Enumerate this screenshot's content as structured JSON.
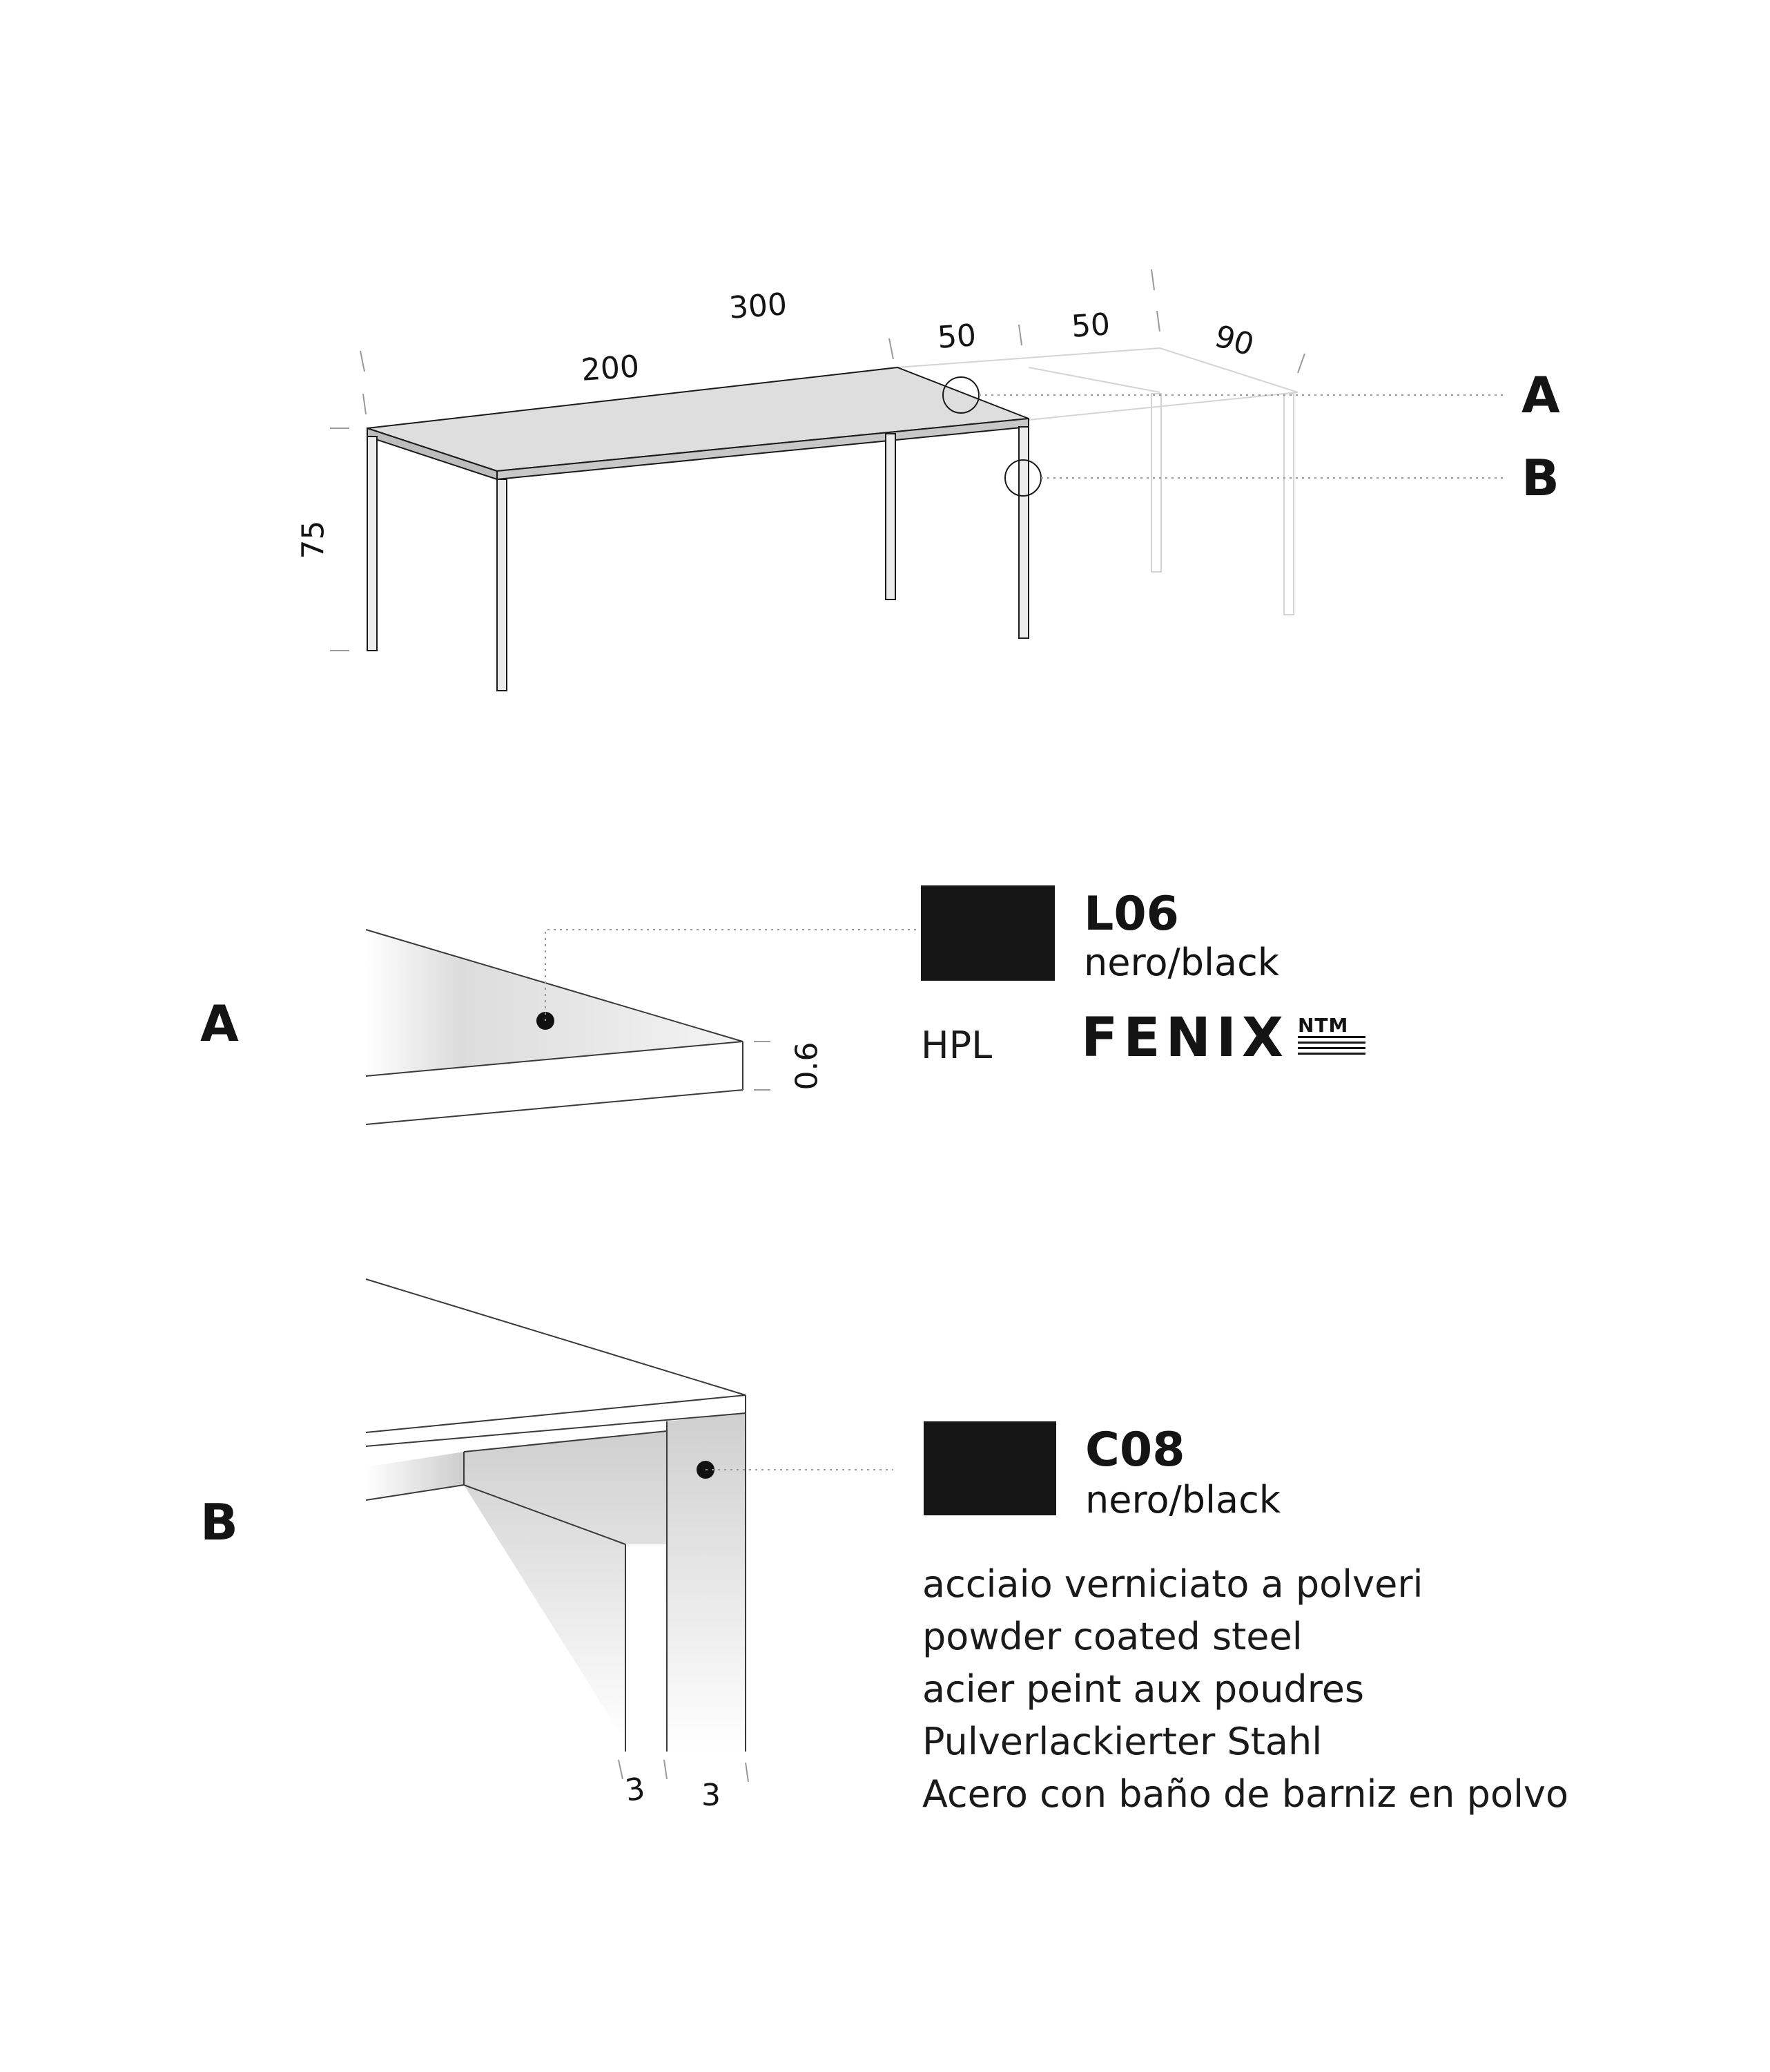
{
  "dimensions": {
    "height": "75",
    "length_closed": "200",
    "length_extended": "300",
    "extension_1": "50",
    "extension_2": "50",
    "depth": "90"
  },
  "callouts": {
    "top_a": "A",
    "top_b": "B",
    "detail_a": "A",
    "detail_b": "B"
  },
  "detail_a": {
    "thickness": "0.6",
    "color_code": "L06",
    "color_name": "nero/black",
    "material_type": "HPL",
    "brand_logo": "FENIX",
    "brand_logo_mark": "NTM",
    "swatch_color": "#161616"
  },
  "detail_b": {
    "dim_left": "3",
    "dim_right": "3",
    "color_code": "C08",
    "color_name": "nero/black",
    "swatch_color": "#161616",
    "material_lines": [
      "acciaio verniciato a polveri",
      "powder coated steel",
      "acier peint aux poudres",
      "Pulverlackierter Stahl",
      "Acero con baño de barniz en polvo"
    ]
  }
}
